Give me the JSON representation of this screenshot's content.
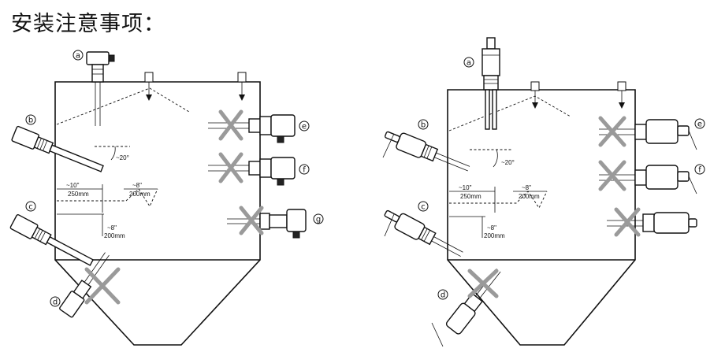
{
  "title": "安装注意事项：",
  "labels": {
    "a": "a",
    "b": "b",
    "c": "c",
    "d": "d",
    "e": "e",
    "f": "f",
    "g": "g"
  },
  "dims": {
    "angle": "~20°",
    "h_dim_top": "~10\"",
    "h_dim_bottom": "250mm",
    "r_dim_top": "~8\"",
    "r_dim_bottom": "200mm",
    "v_dim_top": "~8\"",
    "v_dim_bottom": "200mm"
  }
}
